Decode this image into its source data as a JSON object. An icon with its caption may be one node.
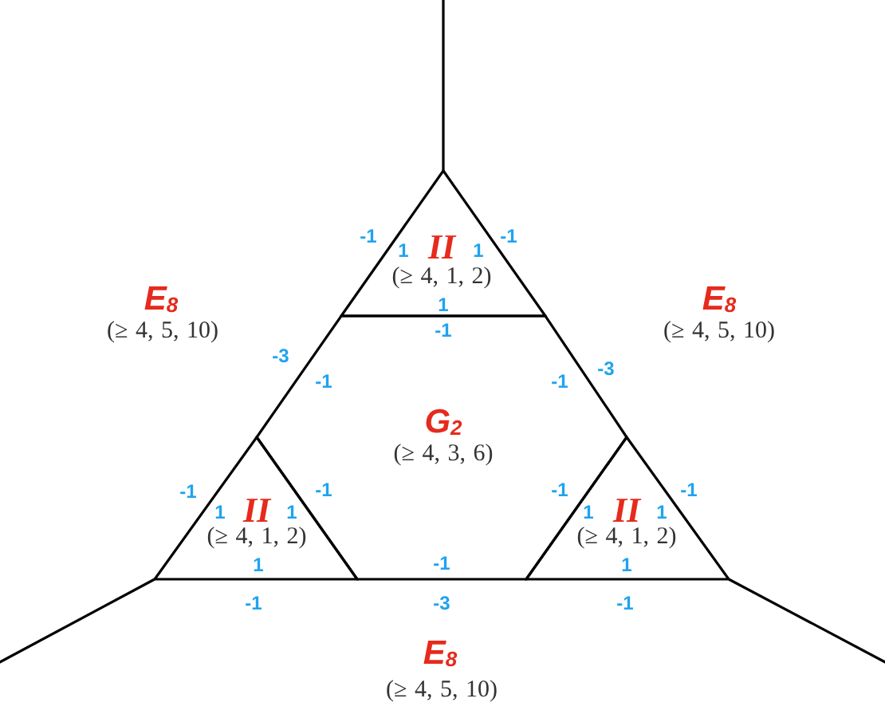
{
  "diagram": {
    "nodes": [
      {
        "text": [
          "1",
          "II",
          "1",
          "(≥ 4, 1, 2)",
          "1"
        ]
      },
      {
        "text": [
          "-1",
          "-1",
          "-1",
          "G$_{2}$",
          "(≥ 4, 3, 6)",
          "-1",
          "-1",
          "-1"
        ]
      },
      {
        "text": [
          "1",
          "II",
          "1",
          "(≥ 4, 1, 2)",
          "1"
        ]
      },
      {
        "text": [
          "1",
          "II",
          "1",
          "(≥ 4, 1, 2)",
          "1"
        ]
      }
    ],
    "edges": [
      {
        "from": 0,
        "to": null,
        "arrow": "none"
      },
      {
        "from": 2,
        "to": null,
        "arrow": "none"
      },
      {
        "from": 3,
        "to": null,
        "arrow": "none"
      }
    ],
    "labels": [
      "-1",
      "-1",
      "E$_{8}$",
      "E$_{8}$",
      "(≥ 4, 5, 10)",
      "(≥ 4, 5, 10)",
      "-3",
      "-3",
      "-1",
      "-1",
      "-1",
      "-3",
      "-1",
      "E$_{8}$",
      "(≥ 4, 5, 10)"
    ]
  }
}
